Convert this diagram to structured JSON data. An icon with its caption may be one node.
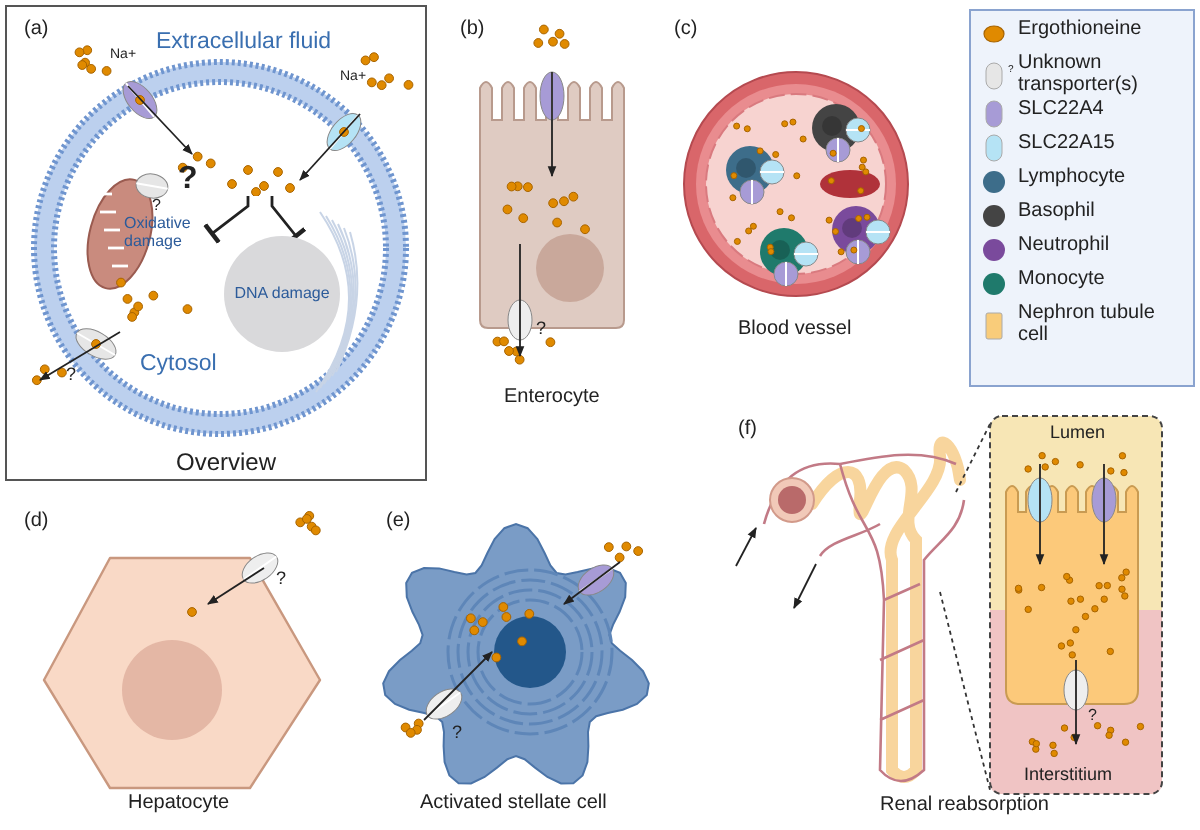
{
  "diagram": {
    "nodes": [
      {
        "text": [
          "Oxidative damage"
        ]
      },
      {
        "text": [
          "DNA damage"
        ]
      },
      {
        "text": [],
        "shape": "picture"
      }
    ],
    "edges": [
      {
        "from": 2,
        "to": 0,
        "arrow": "other"
      },
      {
        "from": 2,
        "to": 1,
        "arrow": "other"
      }
    ],
    "labels": [
      "(a)",
      "Extracellular fluid",
      "Na+",
      "Na+",
      "?",
      "?",
      "?",
      "Cytosol",
      "Overview",
      "(b)",
      "?",
      "Enterocyte",
      "(c)",
      "Blood vessel",
      "?",
      "(d)",
      "?",
      "Hepatocyte",
      "(e)",
      "?",
      "Activated stellate cell",
      "(f)",
      "Lumen",
      "?",
      "Interstitium",
      "Renal reabsorption"
    ],
    "legend": [
      {
        "text": "Ergothioneine",
        "color": "#e08a00"
      },
      {
        "text": "Unknown transporter(s)",
        "color": "#e6e6e6"
      },
      {
        "text": "SLC22A4",
        "color": "#a79bd6"
      },
      {
        "text": "SLC22A15",
        "color": "#b5e3f5"
      },
      {
        "text": "Lymphocyte",
        "color": "#3d6d8a"
      },
      {
        "text": "Basophil",
        "color": "#444444"
      },
      {
        "text": "Neutrophil",
        "color": "#7a4a9c"
      },
      {
        "text": "Monocyte",
        "color": "#1f7a6c"
      },
      {
        "text": "Nephron tubule cell",
        "color": "#f9cc7a"
      }
    ]
  }
}
